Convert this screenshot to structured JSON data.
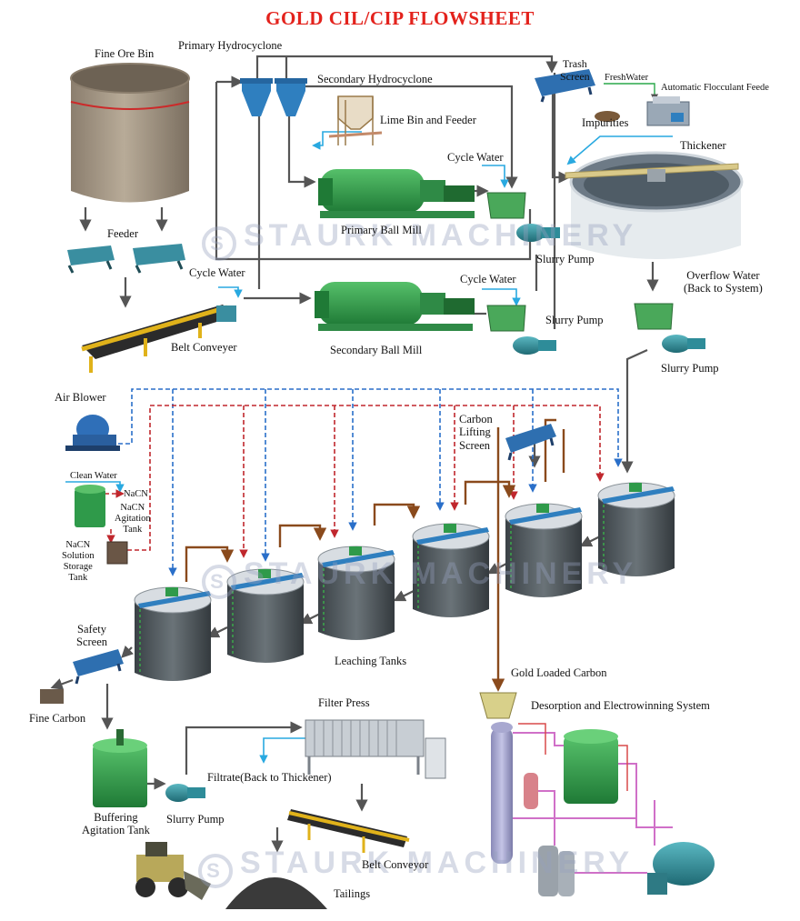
{
  "title": "GOLD CIL/CIP FLOWSHEET",
  "watermark": "STAURK MACHINERY",
  "labels": {
    "fine_ore_bin": "Fine Ore Bin",
    "primary_hydrocyclone": "Primary Hydrocyclone",
    "secondary_hydrocyclone": "Secondary Hydrocyclone",
    "trash_screen": "Trash\nScreen",
    "fresh_water": "FreshWater",
    "flocculant_feeder": "Automatic Flocculant Feede",
    "impurities": "Impurities",
    "lime_bin": "Lime Bin and Feeder",
    "thickener": "Thickener",
    "cycle_water_1": "Cycle Water",
    "primary_ball_mill": "Primary Ball Mill",
    "slurry_pump_1": "Slurry Pump",
    "feeder": "Feeder",
    "overflow_water": "Overflow Water\n(Back to System)",
    "cycle_water_2": "Cycle Water",
    "cycle_water_3": "Cycle Water",
    "secondary_ball_mill": "Secondary Ball Mill",
    "slurry_pump_2": "Slurry Pump",
    "belt_conveyer": "Belt Conveyer",
    "slurry_pump_3": "Slurry Pump",
    "air_blower": "Air Blower",
    "carbon_lifting_screen": "Carbon\nLifting\nScreen",
    "clean_water": "Clean Water",
    "nacn": "NaCN",
    "nacn_agitation_tank": "NaCN\nAgitation\nTank",
    "nacn_storage_tank": "NaCN\nSolution\nStorage\nTank",
    "safety_screen": "Safety\nScreen",
    "leaching_tanks": "Leaching Tanks",
    "fine_carbon": "Fine Carbon",
    "gold_loaded_carbon": "Gold Loaded Carbon",
    "desorption_system": "Desorption and Electrowinning System",
    "filter_press": "Filter Press",
    "filtrate": "Filtrate(Back to Thickener)",
    "buffering_tank": "Buffering\nAgitation Tank",
    "slurry_pump_4": "Slurry Pump",
    "belt_conveyor_2": "Belt Conveyor",
    "tailings": "Tailings"
  },
  "colors": {
    "title": "#e3221c",
    "slurry_line": "#555555",
    "water_line": "#29a9e0",
    "air_line": "#2a6fc9",
    "nacn_line": "#c0272d",
    "carbon_line": "#8a4a1c",
    "mill_green": "#2f9a4a",
    "tank_gray": "#4a5156",
    "machine_teal": "#2e8c99",
    "conveyor_yellow": "#e0b21a"
  }
}
